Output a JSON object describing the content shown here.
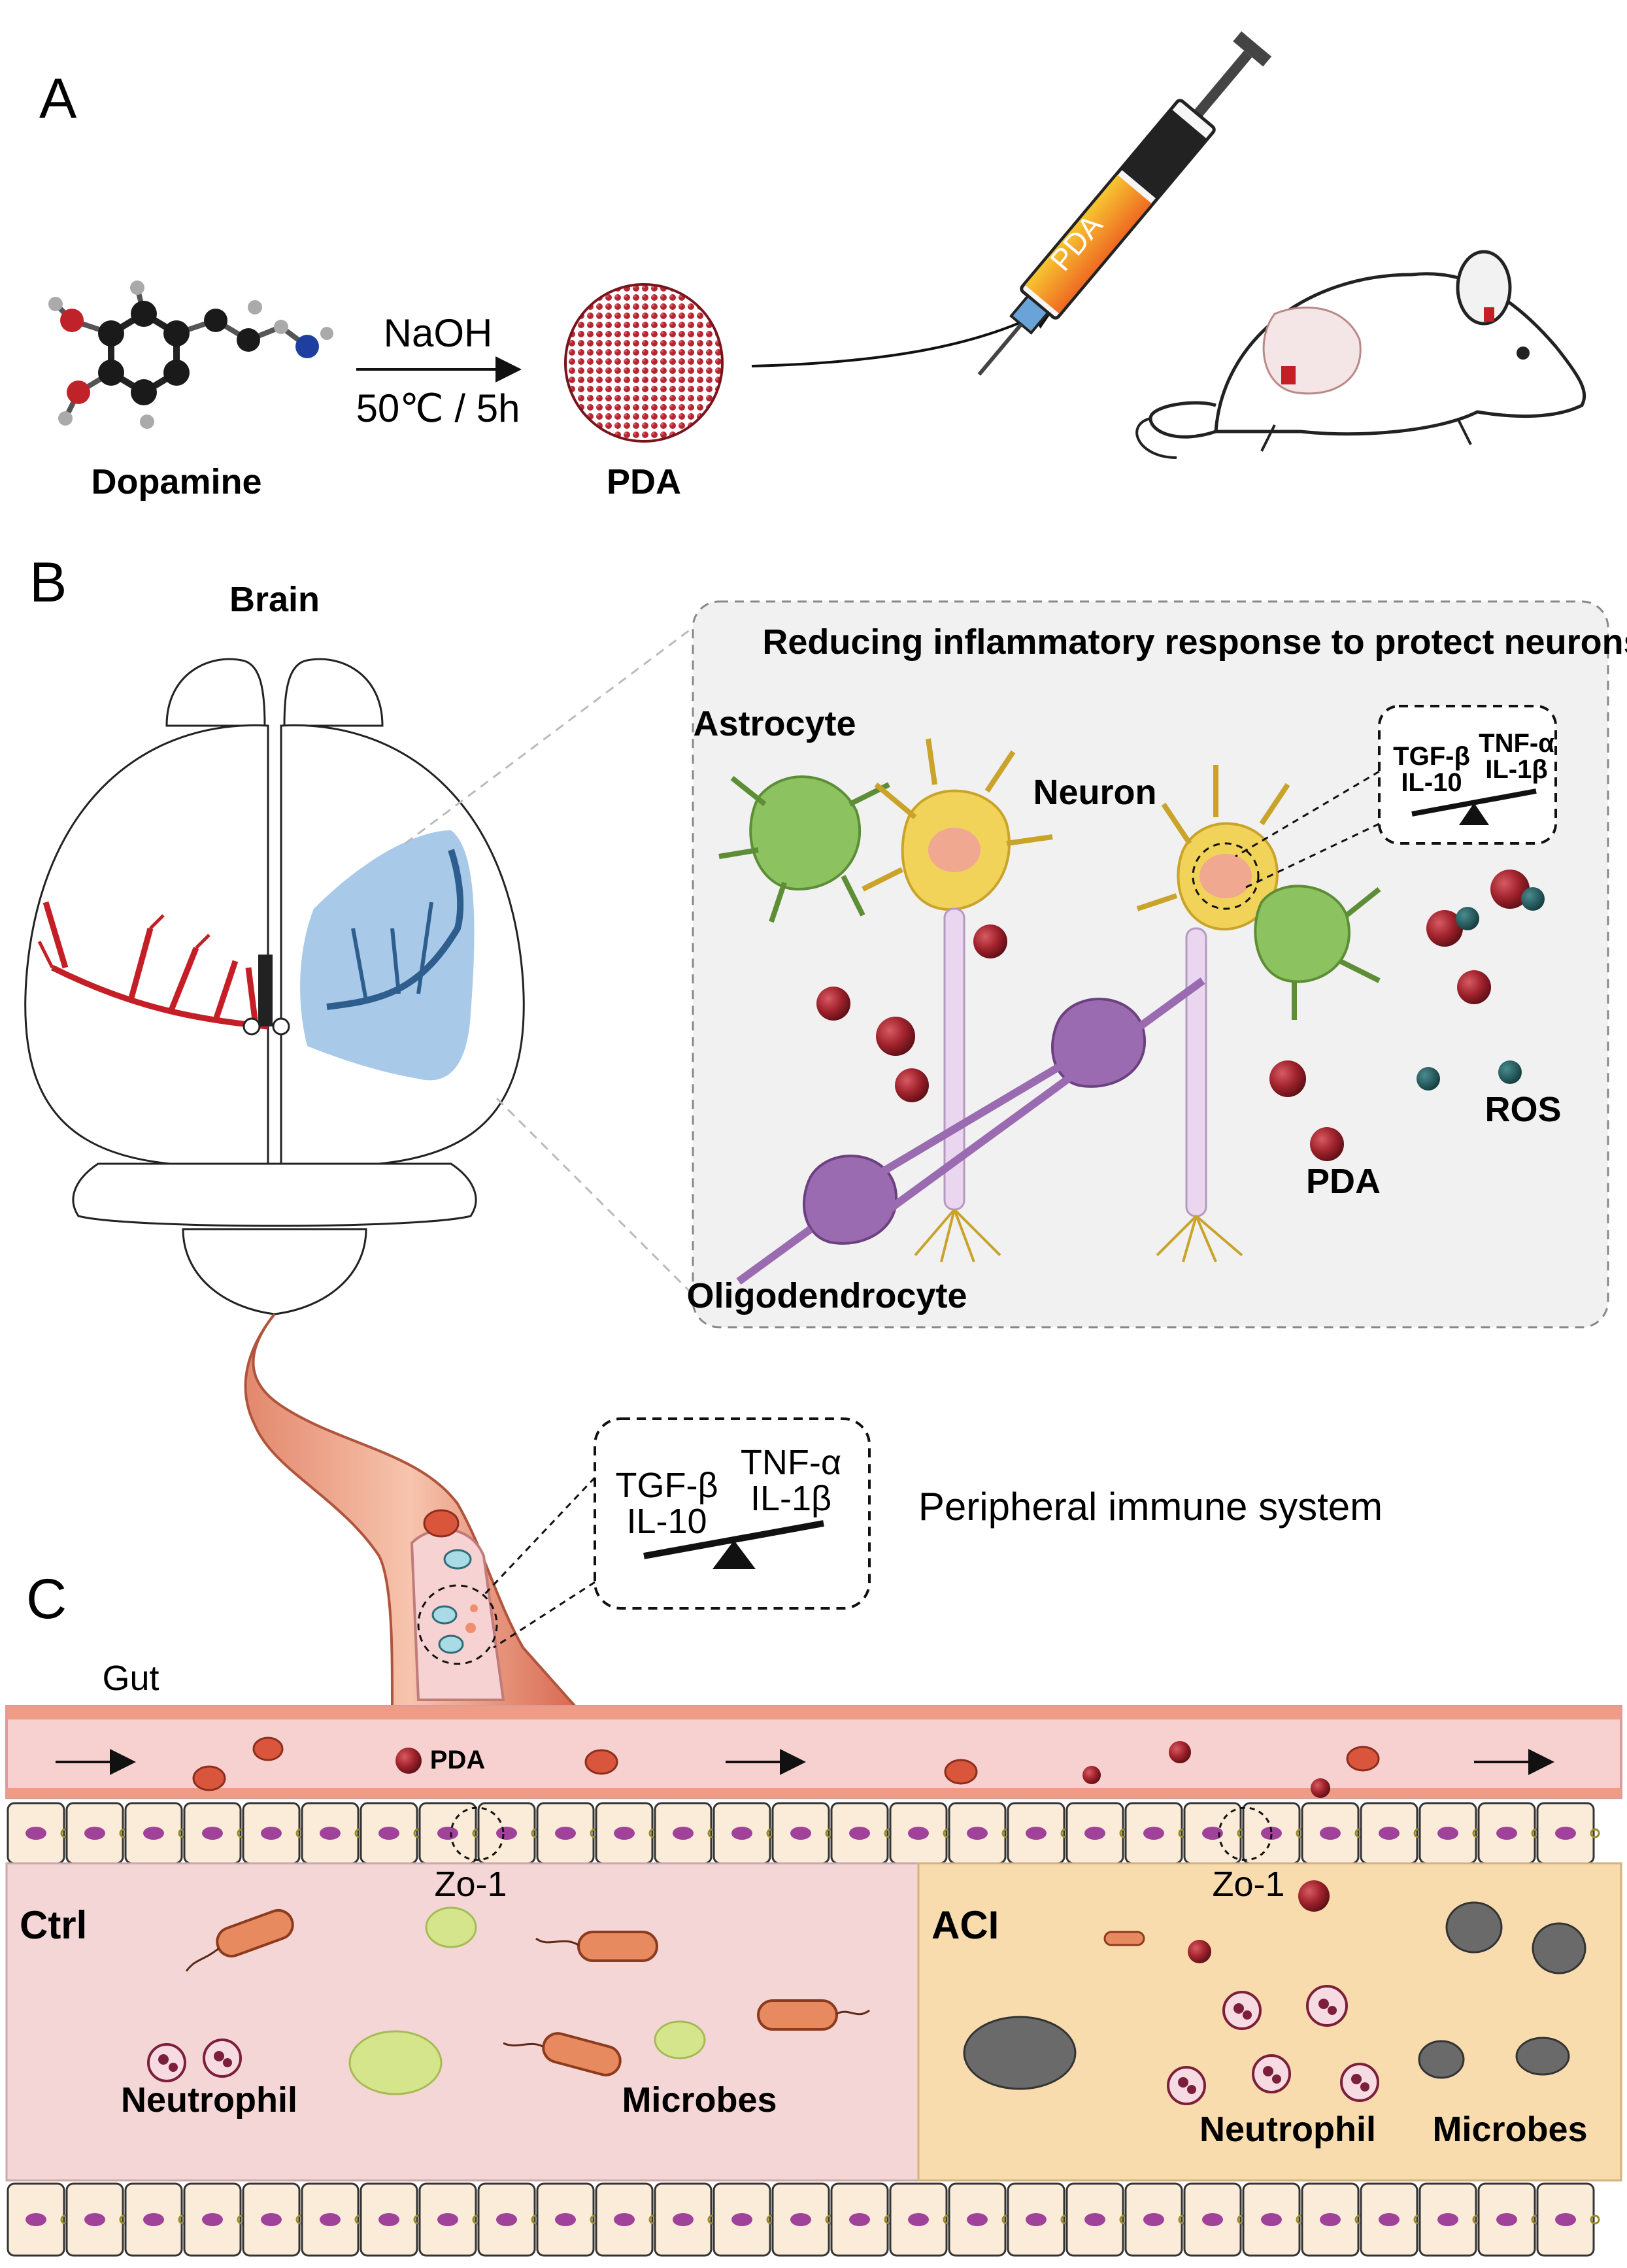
{
  "panels": {
    "a": "A",
    "b": "B",
    "c": "C"
  },
  "panel_a": {
    "dopamine_label": "Dopamine",
    "reagent_top": "NaOH",
    "reagent_bottom": "50℃ / 5h",
    "pda_label": "PDA",
    "syringe_label": "PDA"
  },
  "panel_b": {
    "brain_label": "Brain",
    "inset_title": "Reducing inflammatory response to protect neurons",
    "astrocyte_label": "Astrocyte",
    "neuron_label": "Neuron",
    "oligodendrocyte_label": "Oligodendrocyte",
    "pda_label": "PDA",
    "ros_label": "ROS",
    "balance": {
      "left_top": "TGF-β",
      "left_bottom": "IL-10",
      "right_top": "TNF-α",
      "right_bottom": "IL-1β"
    }
  },
  "panel_c": {
    "gut_label": "Gut",
    "pda_label": "PDA",
    "peripheral_label": "Peripheral immune system",
    "zo1_left": "Zo-1",
    "zo1_right": "Zo-1",
    "ctrl_label": "Ctrl",
    "aci_label": "ACI",
    "ctrl_neutrophil": "Neutrophil",
    "ctrl_microbes": "Microbes",
    "aci_neutrophil": "Neutrophil",
    "aci_microbes": "Microbes",
    "balance": {
      "left_top": "TGF-β",
      "left_bottom": "IL-10",
      "right_top": "TNF-α",
      "right_bottom": "IL-1β"
    }
  },
  "colors": {
    "pda": "#a0222c",
    "ros": "#1f5b5e",
    "ischemia_blue": "#5b93c9",
    "vessel_red": "#c41f26",
    "ctrl_bg": "#f5d6d6",
    "aci_bg": "#f8dcae",
    "astrocyte": "#8cc260",
    "neuron": "#f2d35a",
    "oligodendrocyte": "#9a6bb0"
  }
}
